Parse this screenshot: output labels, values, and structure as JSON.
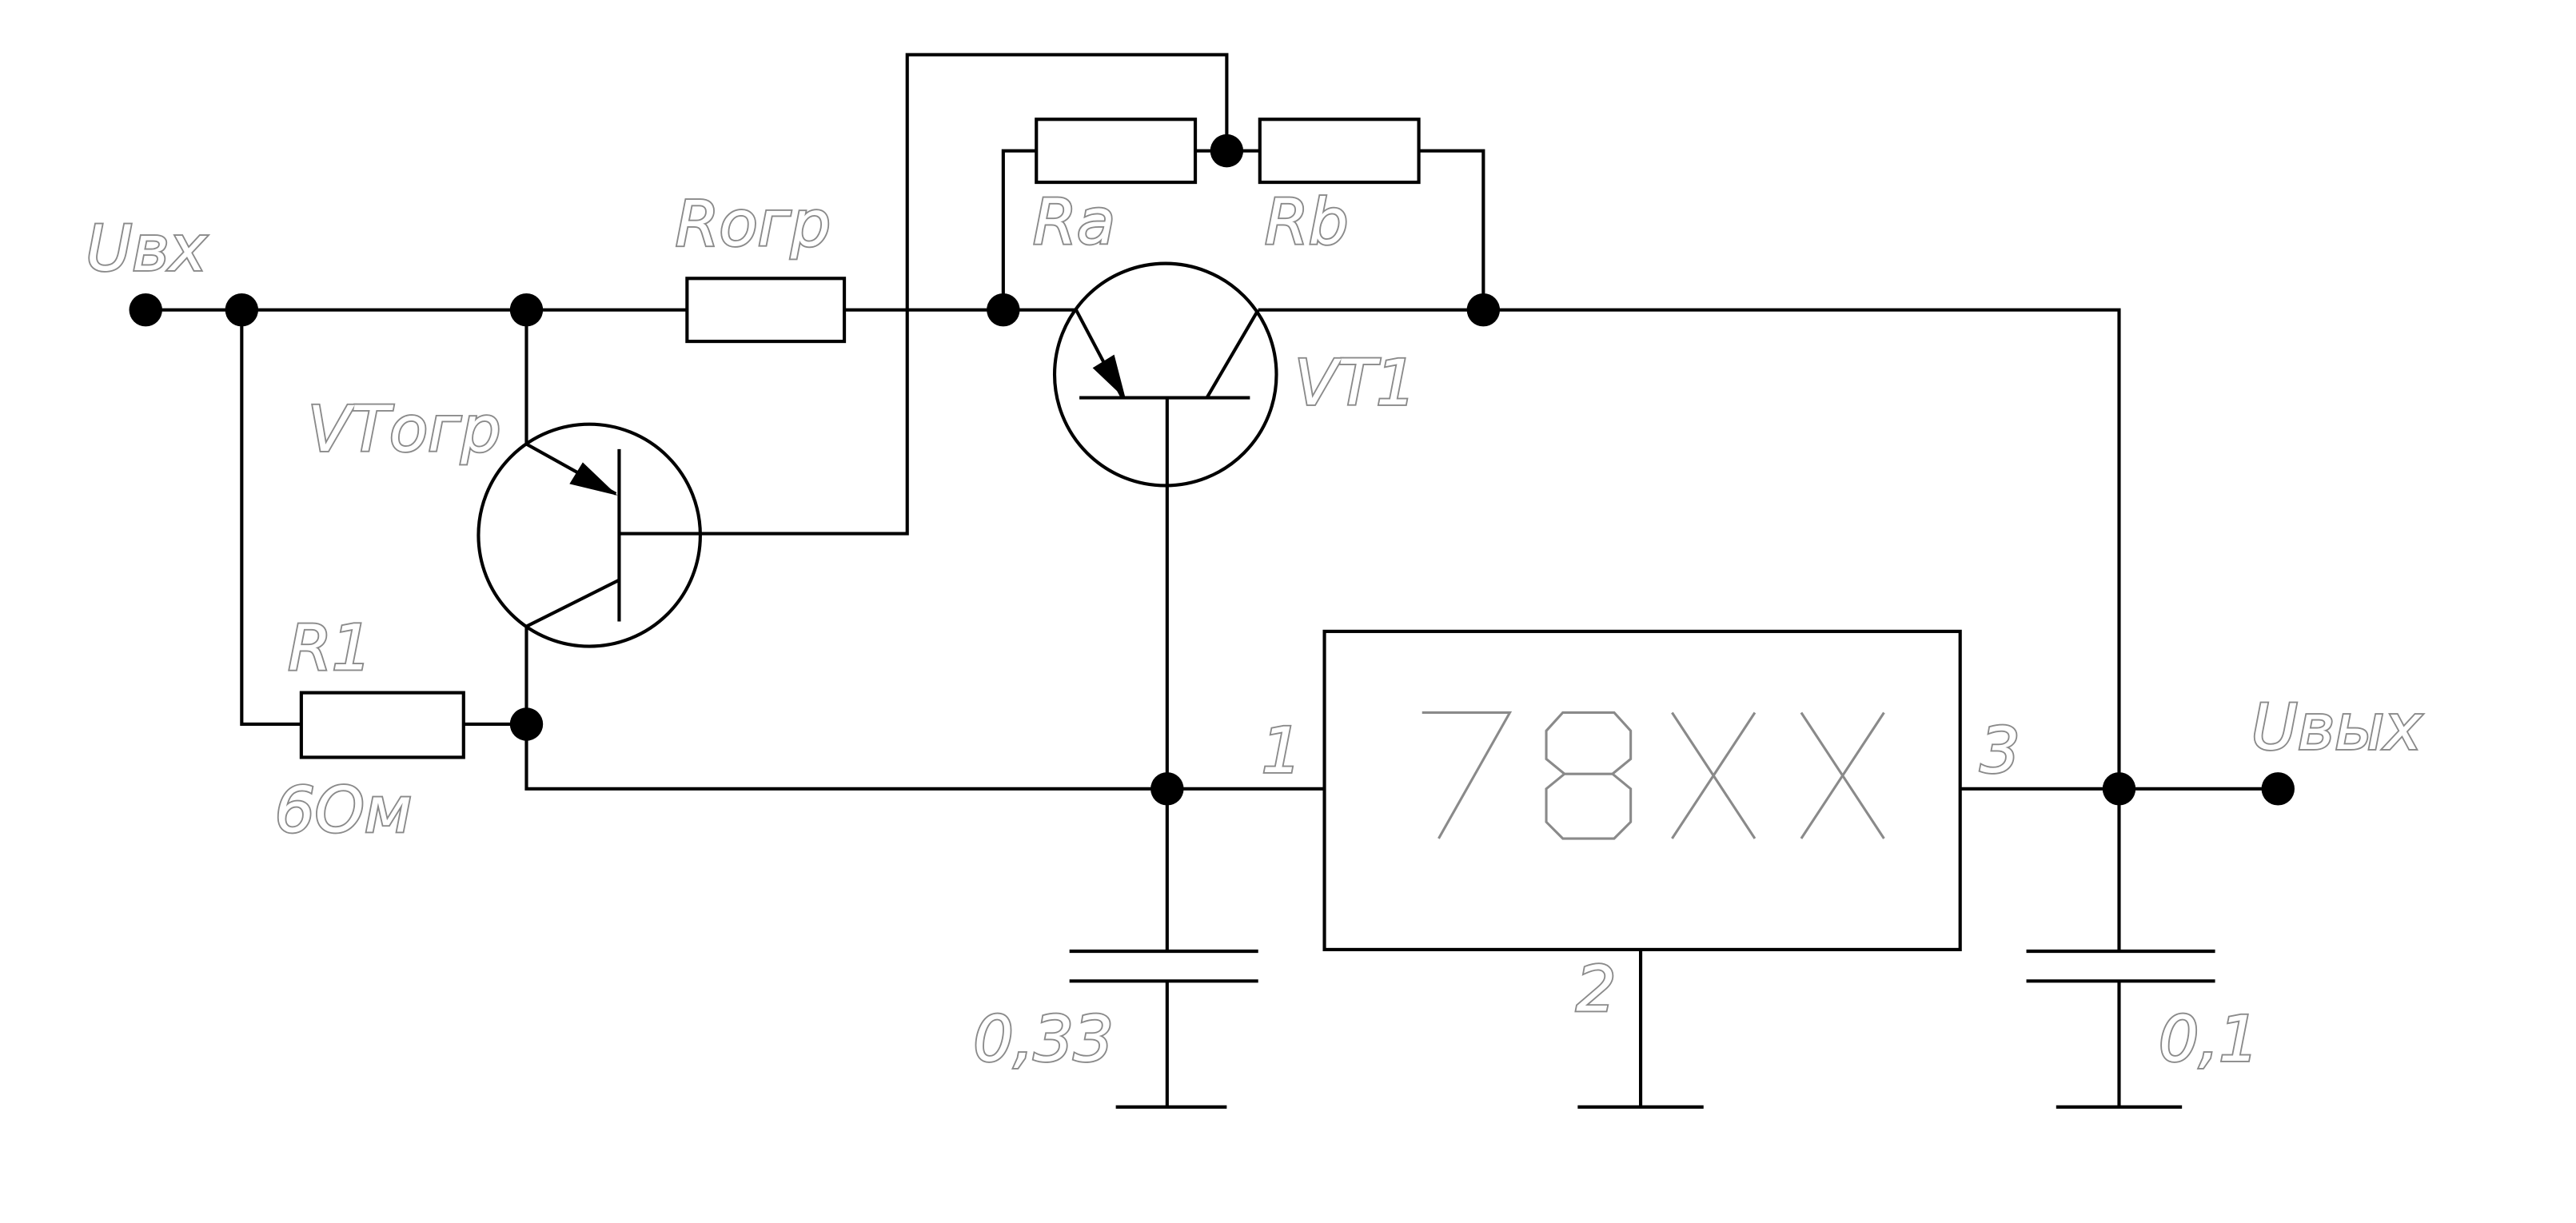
{
  "terminals": {
    "input": "Uвх",
    "output": "Uвых"
  },
  "components": {
    "r_limit": "Rогр",
    "r_a": "Ra",
    "r_b": "Rb",
    "transistor_main": "VT1",
    "transistor_limit": "VTогр",
    "r1_name": "R1",
    "r1_value": "6Ом",
    "regulator": "78XX",
    "c_in": "0,33",
    "c_out": "0,1"
  },
  "regulator_pins": {
    "pin1": "1",
    "pin2": "2",
    "pin3": "3"
  }
}
